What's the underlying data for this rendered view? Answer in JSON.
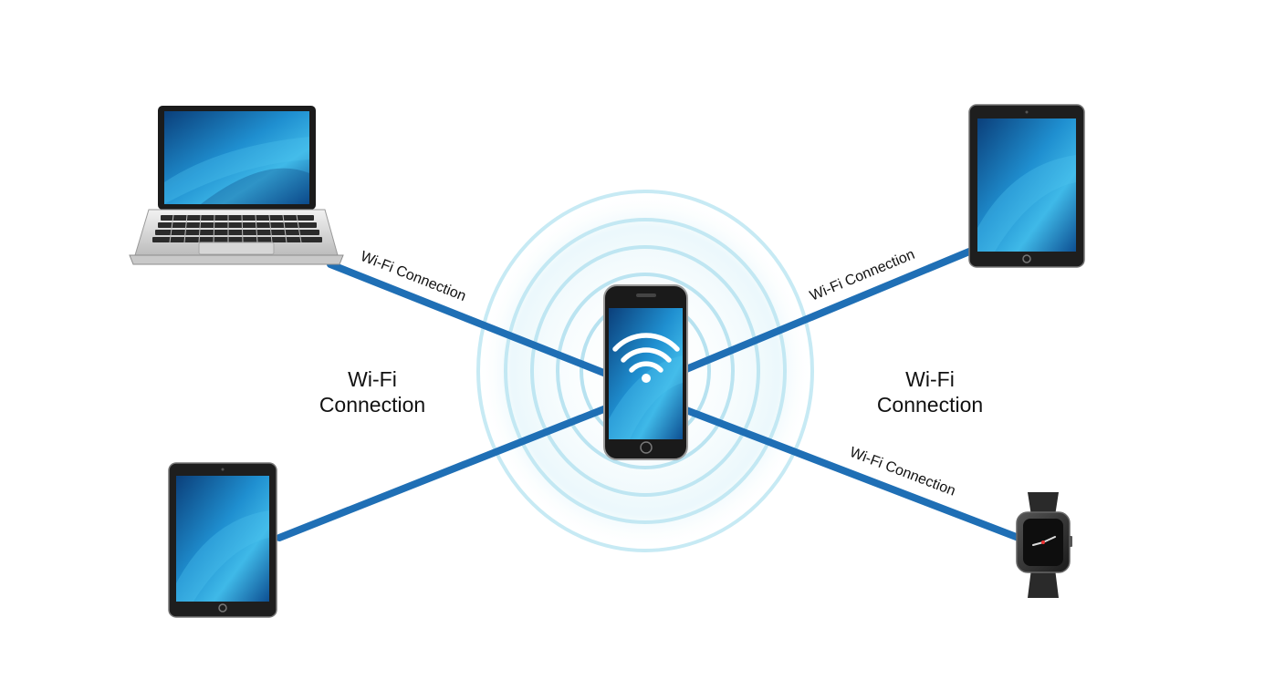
{
  "colors": {
    "link": "#1f6fb5",
    "ring": "#bfe6f2",
    "screen_dark": "#0a4a8c",
    "screen_light": "#33b4e6",
    "bezel": "#1e1e1e",
    "watch_body": "#2a2a2a"
  },
  "hub": {
    "name": "smartphone",
    "icon": "wifi-icon"
  },
  "devices": [
    {
      "id": "laptop",
      "icon": "laptop-icon"
    },
    {
      "id": "tablet-top-right",
      "icon": "tablet-icon"
    },
    {
      "id": "tablet-bottom-left",
      "icon": "tablet-icon"
    },
    {
      "id": "smartwatch",
      "icon": "smartwatch-icon"
    }
  ],
  "connections": [
    {
      "from": "laptop",
      "label": "Wi-Fi Connection"
    },
    {
      "from": "tablet-top-right",
      "label": "Wi-Fi Connection"
    },
    {
      "from": "smartwatch",
      "label": "Wi-Fi Connection"
    },
    {
      "from": "tablet-bottom-left",
      "label": ""
    }
  ],
  "side_labels": {
    "left": {
      "line1": "Wi-Fi",
      "line2": "Connection"
    },
    "right": {
      "line1": "Wi-Fi",
      "line2": "Connection"
    }
  }
}
